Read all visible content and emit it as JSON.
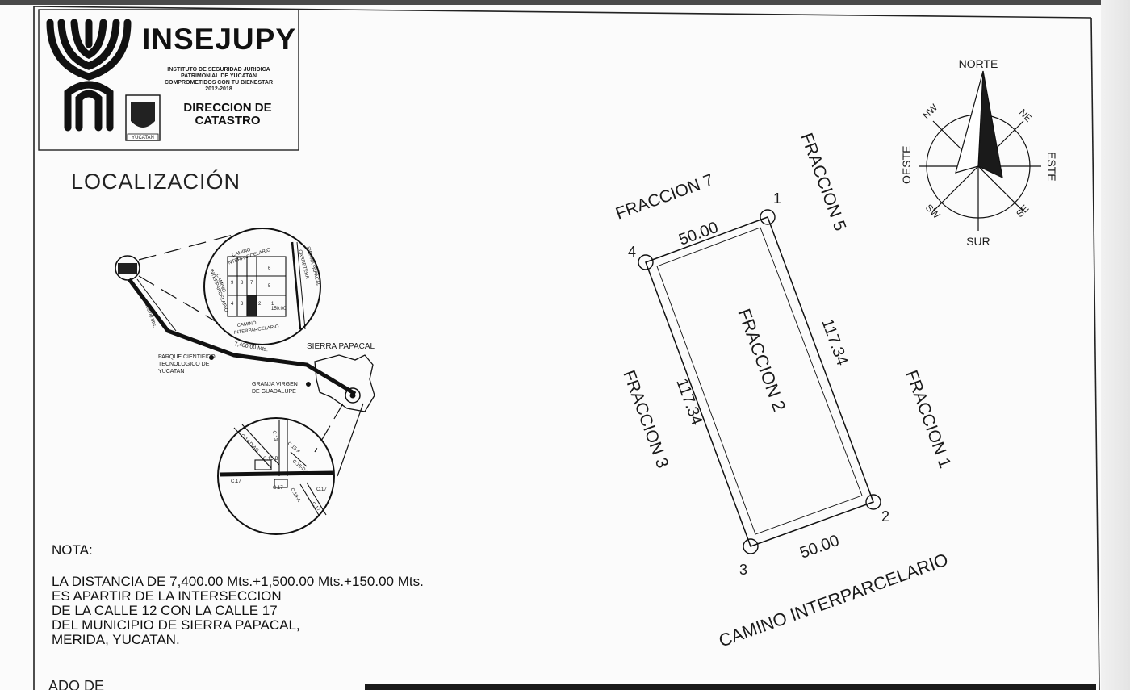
{
  "header": {
    "logo_name": "INSEJUPY",
    "institute_lines": [
      "INSTITUTO DE SEGURIDAD JURIDICA",
      "PATRIMONIAL DE YUCATAN",
      "COMPROMETIDOS CON TU BIENESTAR",
      "2012-2018"
    ],
    "direction_lines": [
      "DIRECCION DE",
      "CATASTRO"
    ],
    "seal_label": "YUCATAN"
  },
  "localizacion": {
    "title": "LOCALIZACIÓN",
    "distances": [
      "1,500.00 Mts.",
      "7,400.00 Mts.",
      "150.00"
    ],
    "places": [
      "SIERRA PAPACAL",
      "PARQUE CIENTIFICO",
      "TECNOLOGICO DE",
      "YUCATAN",
      "GRANJA VIRGEN",
      "DE GUADALUPE"
    ],
    "detail_labels": [
      "CAMINO",
      "INTERPARCELARIO",
      "CAMINO",
      "INTERPARCELARIO",
      "CAMINO",
      "INTERPARCELARIO",
      "CARRETERA",
      "SIERRA PAPACAL"
    ],
    "lot_numbers": [
      "9",
      "8",
      "7",
      "6",
      "5",
      "4",
      "3",
      "2",
      "1"
    ],
    "street_labels": [
      "C.14 DIAG.",
      "C.13",
      "C.15-A",
      "C.15-B",
      "C.15-D",
      "C.17",
      "C.17",
      "C.19-A",
      "C.17",
      "C.17"
    ]
  },
  "nota": {
    "label": "NOTA:",
    "lines": [
      "LA DISTANCIA DE 7,400.00 Mts.+1,500.00 Mts.+150.00 Mts.",
      "ES APARTIR DE LA INTERSECCION",
      "DE LA CALLE 12 CON LA CALLE 17",
      "DEL MUNICIPIO DE SIERRA PAPACAL,",
      "MERIDA, YUCATAN."
    ],
    "cut_text": "ADO DE"
  },
  "compass": {
    "north": "NORTE",
    "south": "SUR",
    "east": "ESTE",
    "west": "OESTE",
    "ne": "NE",
    "nw": "NW",
    "se": "SE",
    "sw": "SW"
  },
  "parcel": {
    "center": "FRACCION 2",
    "neighbors": {
      "top": "FRACCION 7",
      "right_top": "FRACCION 5",
      "right": "FRACCION 1",
      "left": "FRACCION 3",
      "bottom": "CAMINO INTERPARCELARIO"
    },
    "vertices": [
      "1",
      "2",
      "3",
      "4"
    ],
    "sides": {
      "top": "50.00",
      "bottom": "50.00",
      "left": "117.34",
      "right": "117.34"
    }
  },
  "colors": {
    "ink": "#1a1a1a",
    "paper": "#fbfbfb",
    "frame": "#4a4a4a"
  }
}
